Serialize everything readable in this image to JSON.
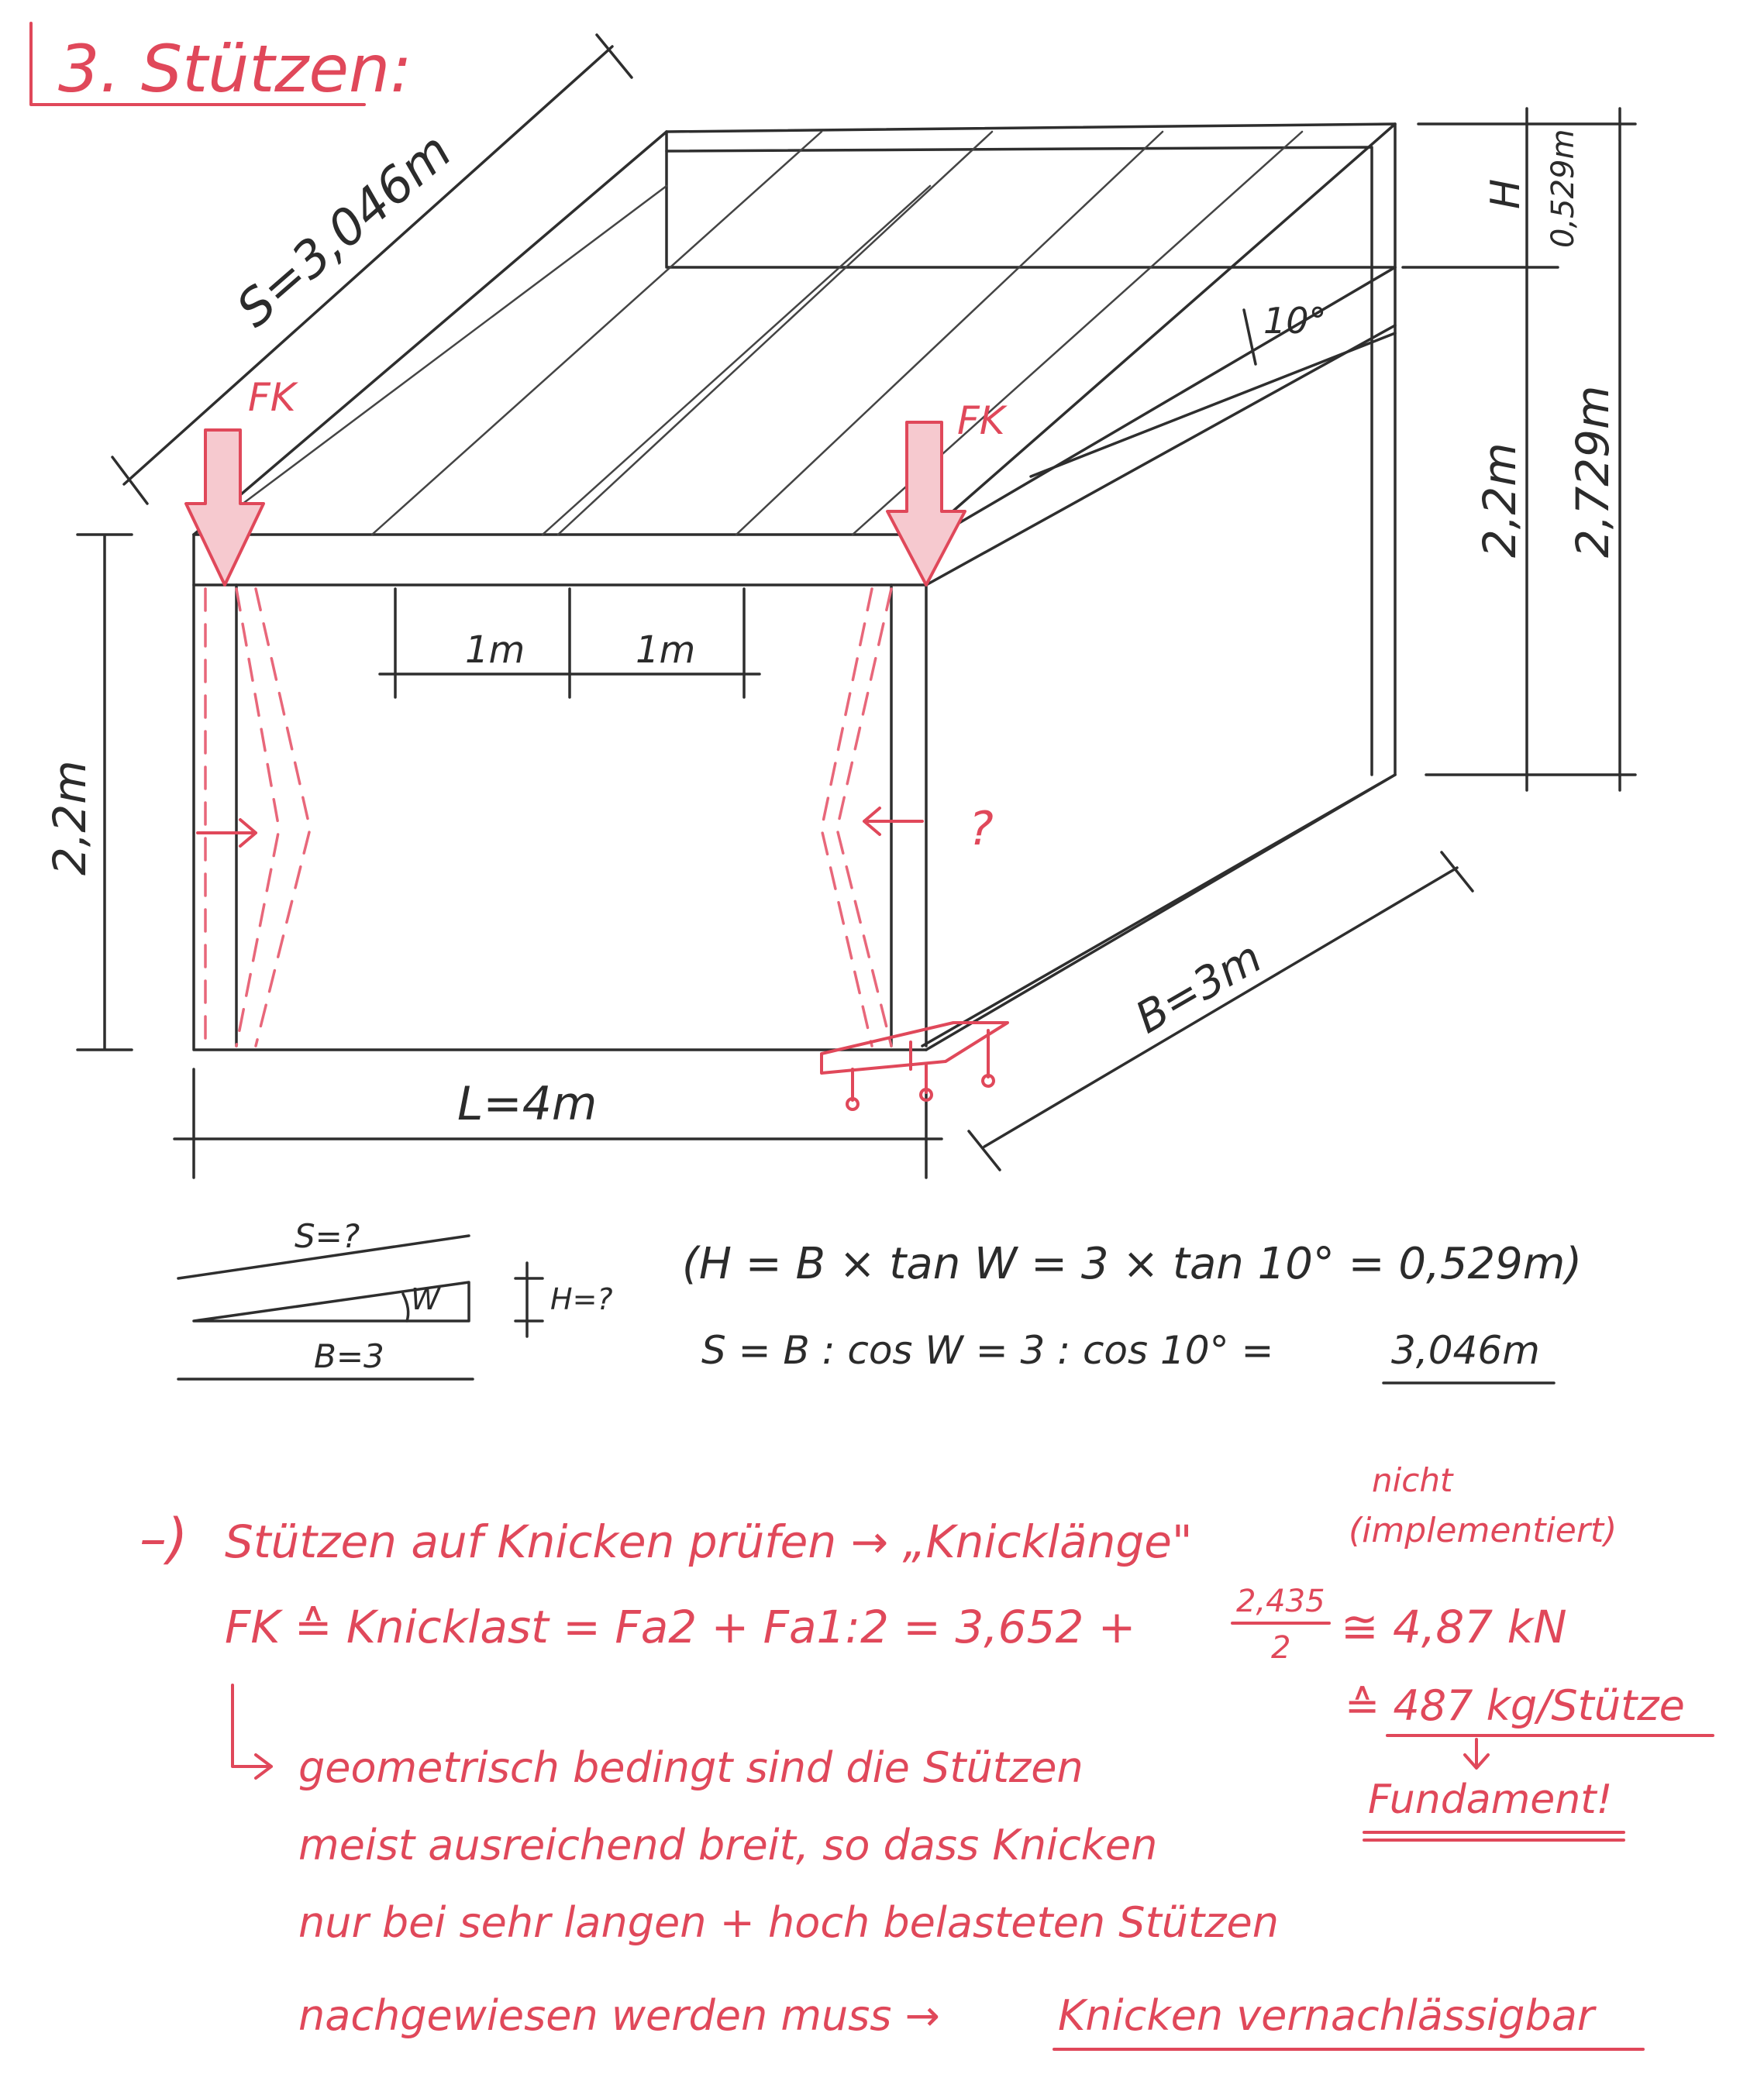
{
  "heading": "3. Stützen:",
  "dimensions": {
    "slope_length": "S=3,046m",
    "top_offset_H": "H",
    "top_offset_value": "0,529m",
    "right_height": "2,2m",
    "total_height": "2,729m",
    "angle": "10°",
    "left_height": "2,2m",
    "spacing_1": "1m",
    "spacing_2": "1m",
    "length": "L=4m",
    "width": "B=3m"
  },
  "forces": {
    "left_label": "FK",
    "right_label": "FK",
    "question": "?"
  },
  "small_triangle": {
    "s_label": "S=?",
    "w_label": "W",
    "h_label": "H=?",
    "b_label": "B=3"
  },
  "formulas": {
    "line1": "(H = B × tan W = 3 × tan 10° = 0,529m)",
    "line2_left": "S = B : cos W = 3 : cos 10° =",
    "line2_result": "3,046m"
  },
  "notes": {
    "bullet": "–)",
    "line1": "Stützen auf Knicken prüfen → „Knicklänge\"",
    "nicht": "nicht",
    "implementiert": "(implementiert)",
    "line2_left": "FK ≙ Knicklast = Fa2 + Fa1:2 = 3,652 +",
    "frac_num": "2,435",
    "frac_den": "2",
    "line2_result": "≅ 4,87 kN",
    "line3_result": "≙ 487 kg/Stütze",
    "fundament": "Fundament!",
    "arrow_corner": "↳",
    "line4": "geometrisch bedingt sind die Stützen",
    "line5": "meist ausreichend breit, so dass Knicken",
    "line6": "nur bei sehr langen + hoch belasteten Stützen",
    "line7_left": "nachgewiesen werden muss →",
    "line7_right": "Knicken vernachlässigbar"
  }
}
